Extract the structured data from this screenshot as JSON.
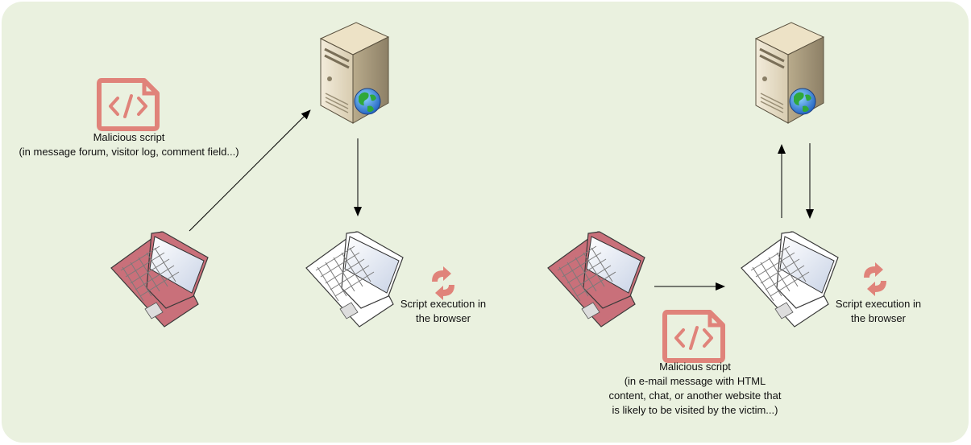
{
  "diagrams": {
    "stored": {
      "payload_label": "Malicious script",
      "payload_context": "(in message forum, visitor log, comment field...)",
      "execution_line1": "Script execution in",
      "execution_line2": "the browser"
    },
    "reflected": {
      "payload_label": "Malicious script",
      "payload_context_lines": [
        "(in e-mail message with HTML",
        "content, chat, or another website that",
        "is likely to be visited by the victim...)"
      ],
      "execution_line1": "Script execution in",
      "execution_line2": "the browser"
    }
  },
  "colors": {
    "background": "#eaf1df",
    "attacker_laptop": "#c9707a",
    "code_icon": "#e0837a",
    "globe": "#2fa83a",
    "arrows": "#000000"
  },
  "icons": [
    "server-icon",
    "globe-icon",
    "attacker-laptop-icon",
    "victim-laptop-icon",
    "code-file-icon",
    "refresh-icon"
  ]
}
